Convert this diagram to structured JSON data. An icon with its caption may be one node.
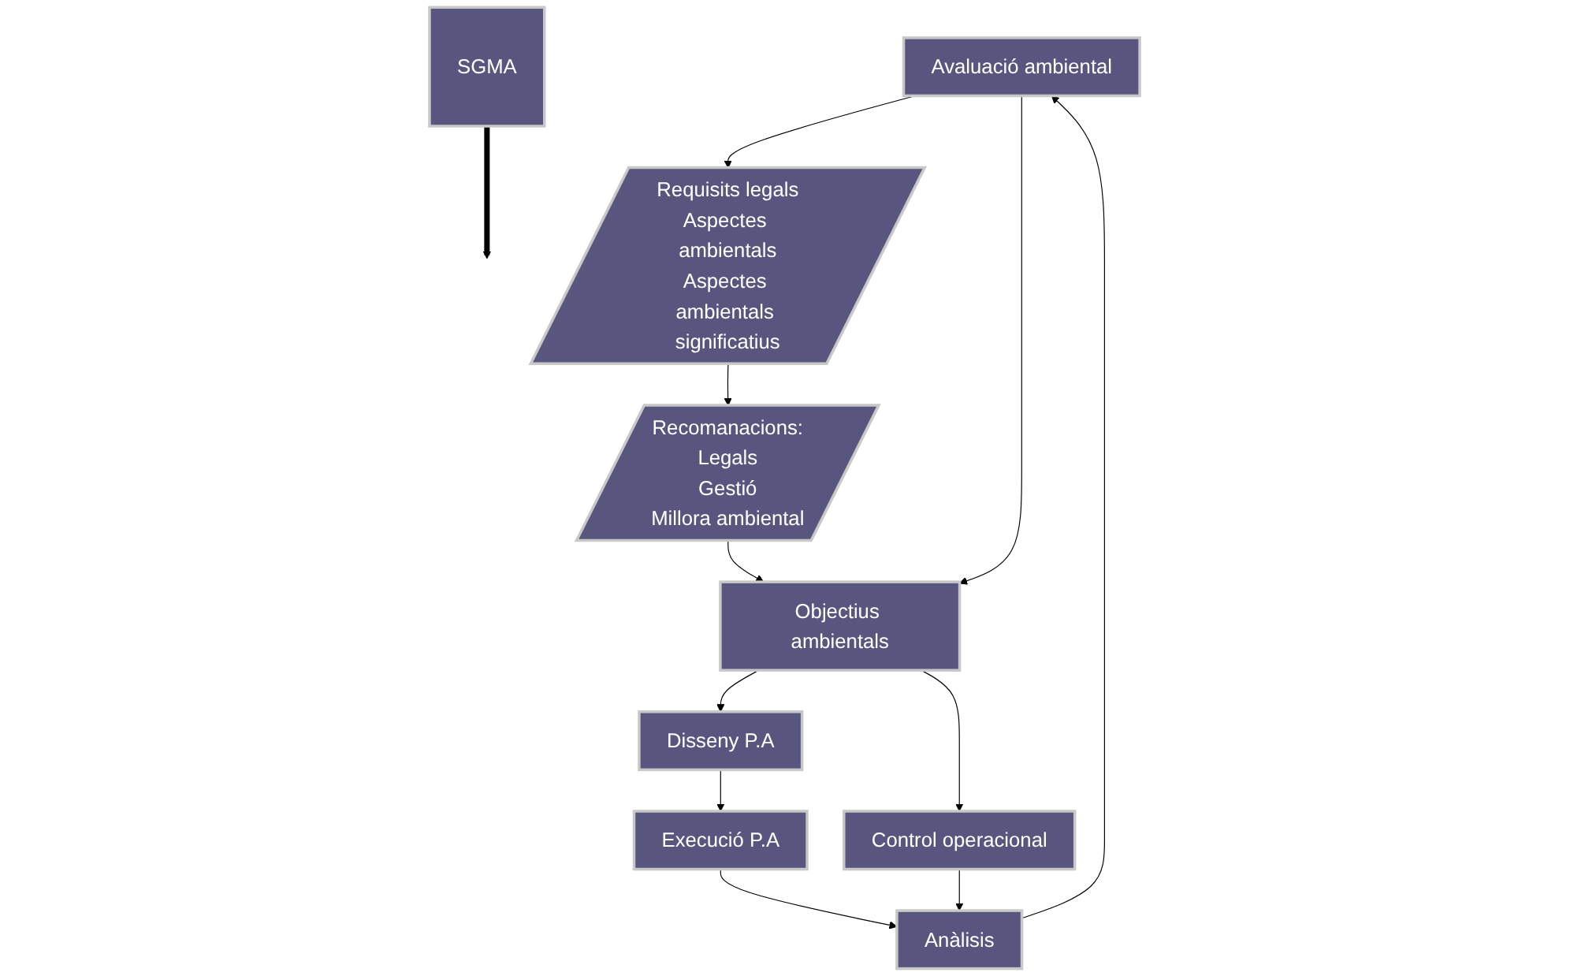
{
  "diagram": {
    "nodes": [
      {
        "text": [
          "SGMA"
        ]
      },
      {
        "text": [
          "Avaluació ambiental"
        ]
      },
      {
        "text": [
          "Requisits legals",
          "Aspectes ambientals",
          "Aspectes ambientals significatius"
        ]
      },
      {
        "text": [
          "Objectius ambientals"
        ]
      },
      {
        "text": [
          "Recomanacions:",
          "Legals",
          "Gestió",
          "Millora ambiental"
        ]
      },
      {
        "text": [
          "Disseny P.A"
        ]
      },
      {
        "text": [
          "Control operacional"
        ]
      },
      {
        "text": [
          "Execució P.A"
        ]
      },
      {
        "text": [
          "Anàlisis"
        ]
      }
    ],
    "edges": [
      {
        "from": 0,
        "to": null,
        "arrow": "to",
        "style": "thick"
      },
      {
        "from": 1,
        "to": 2,
        "arrow": "to"
      },
      {
        "from": 1,
        "to": 3,
        "arrow": "to"
      },
      {
        "from": 2,
        "to": 4,
        "arrow": "to"
      },
      {
        "from": 4,
        "to": 3,
        "arrow": "to"
      },
      {
        "from": 3,
        "to": 5,
        "arrow": "to"
      },
      {
        "from": 3,
        "to": 6,
        "arrow": "to"
      },
      {
        "from": 5,
        "to": 7,
        "arrow": "to"
      },
      {
        "from": 7,
        "to": 8,
        "arrow": "to"
      },
      {
        "from": 6,
        "to": 8,
        "arrow": "to"
      },
      {
        "from": 8,
        "to": 1,
        "arrow": "to"
      }
    ]
  }
}
